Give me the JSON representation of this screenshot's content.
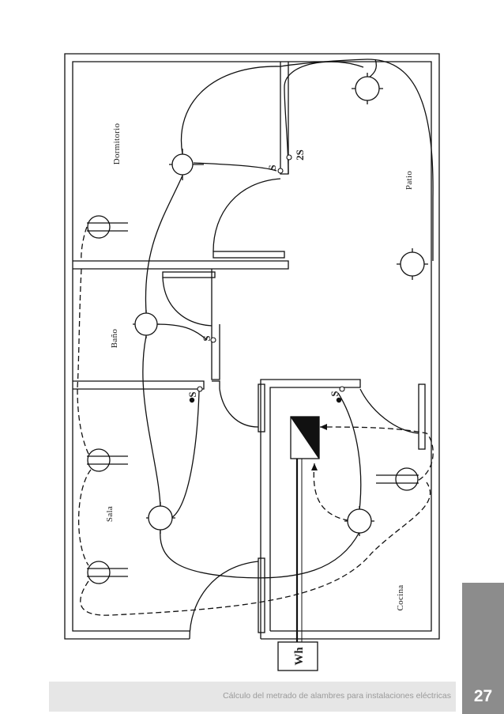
{
  "rooms": {
    "dormitorio": "Dormitorio",
    "patio": "Patio",
    "bano": "Baño",
    "sala": "Sala",
    "cocina": "Cocina"
  },
  "switches": {
    "single": "S",
    "double": "2S"
  },
  "meter": "Wh",
  "footer": {
    "text": "Cálculo del metrado de alambres para instalaciones eléctricas",
    "page_number": "27"
  },
  "colors": {
    "ink": "#111111",
    "footer_bg": "#e6e6e6",
    "footer_text": "#9a9a9a",
    "tab_bg": "#8c8c8c"
  }
}
